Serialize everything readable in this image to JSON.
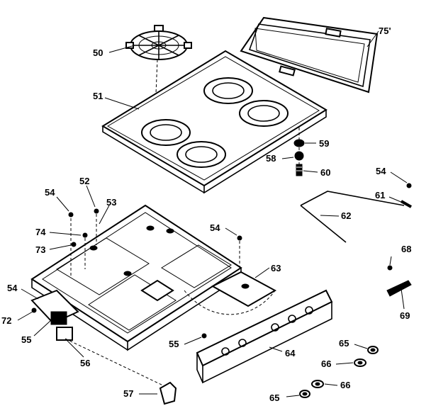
{
  "labels": {
    "l50": "50",
    "l51": "51",
    "l75": "75'",
    "l59": "59",
    "l58": "58",
    "l60": "60",
    "l54a": "54",
    "l61": "61",
    "l62": "62",
    "l52": "52",
    "l54b": "54",
    "l53": "53",
    "l74": "74",
    "l73": "73",
    "l54c": "54",
    "l63": "63",
    "l68": "68",
    "l69": "69",
    "l54d": "54",
    "l72": "72",
    "l55a": "55",
    "l56": "56",
    "l55b": "55",
    "l64": "64",
    "l65a": "65",
    "l66a": "66",
    "l57": "57",
    "l65b": "65",
    "l66b": "66"
  }
}
